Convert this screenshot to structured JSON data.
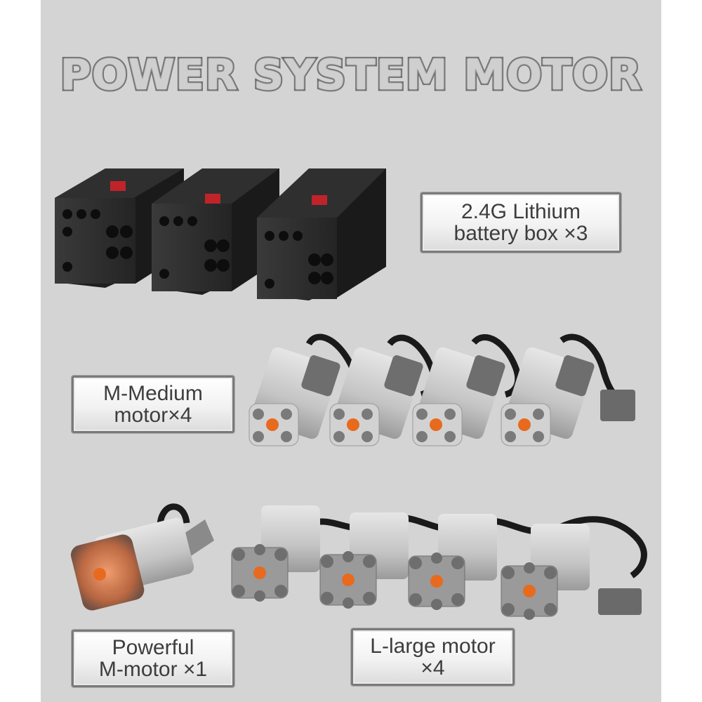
{
  "title": "POWER SYSTEM MOTOR",
  "labels": {
    "battery": {
      "line1": "2.4G Lithium",
      "line2": "battery box ×3"
    },
    "medium": {
      "line1": "M-Medium",
      "line2": "motor×4"
    },
    "powerful": {
      "line1": "Powerful",
      "line2": "M-motor ×1"
    },
    "large": {
      "line1": "L-large motor",
      "line2": "×4"
    }
  },
  "colors": {
    "panel": "#d4d4d4",
    "battery_body": "#2b2b2b",
    "motor_grey": "#c9c9c9",
    "motor_dark": "#6e6e6e",
    "axle_orange": "#e86a1e",
    "led_red": "#c0232a"
  }
}
